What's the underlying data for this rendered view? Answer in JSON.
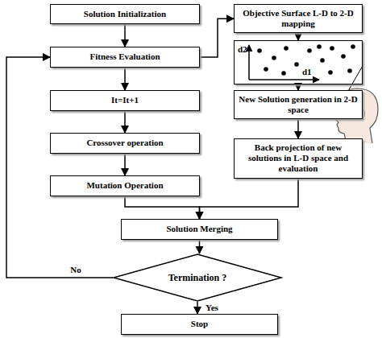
{
  "diagram": {
    "nodes": [
      {
        "text": [
          "Solution Initialization"
        ]
      },
      {
        "text": [
          "Objective Surface L-D to 2-D mapping"
        ]
      },
      {
        "text": [
          "Fitness Evaluation"
        ]
      },
      {
        "text": [
          "d2",
          "d1"
        ]
      },
      {
        "text": [
          "It=It+1"
        ]
      },
      {
        "text": [
          "New Solution generation in 2-D space"
        ]
      },
      {
        "text": [
          "Crossover operation"
        ]
      },
      {
        "text": [
          "Back projection of new solutions in L-D space and evaluation"
        ]
      },
      {
        "text": [
          "Mutation Operation"
        ]
      },
      {
        "text": [
          "Solution Merging"
        ]
      },
      {
        "text": [
          "Termination ?"
        ]
      },
      {
        "text": [
          "Stop"
        ]
      }
    ],
    "edges": [
      {
        "from": 0,
        "to": 2,
        "arrow": "to"
      },
      {
        "from": 2,
        "to": 1,
        "arrow": "to"
      },
      {
        "from": 1,
        "to": 3,
        "arrow": "to"
      },
      {
        "from": 3,
        "to": 5,
        "arrow": "to"
      },
      {
        "from": 5,
        "to": 7,
        "arrow": "to"
      },
      {
        "from": 2,
        "to": 4,
        "arrow": "to"
      },
      {
        "from": 4,
        "to": 6,
        "arrow": "to"
      },
      {
        "from": 6,
        "to": 8,
        "arrow": "to"
      },
      {
        "from": 8,
        "to": 9,
        "arrow": "to"
      },
      {
        "from": 7,
        "to": 9,
        "arrow": "to"
      },
      {
        "from": 9,
        "to": 10,
        "arrow": "to"
      },
      {
        "from": 10,
        "to": 11,
        "label": "Yes",
        "arrow": "to"
      },
      {
        "from": 10,
        "to": 2,
        "label": "No",
        "arrow": "to"
      }
    ]
  }
}
